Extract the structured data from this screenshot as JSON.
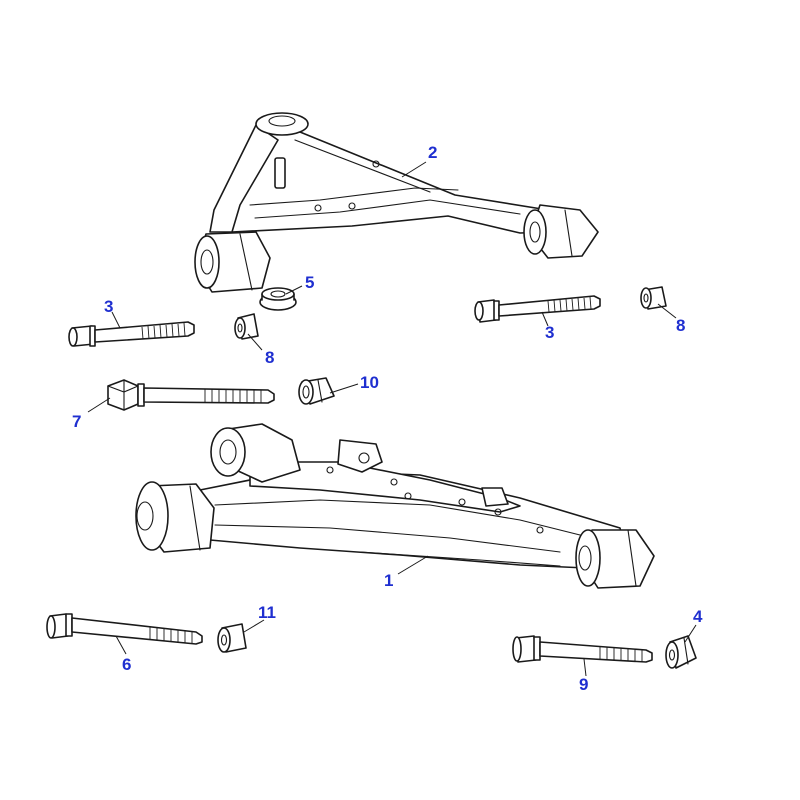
{
  "diagram": {
    "accent_color": "#1f2fd0",
    "callouts": [
      {
        "id": "upper-arm",
        "label": "2"
      },
      {
        "id": "washer-5",
        "label": "5"
      },
      {
        "id": "bolt-3-left",
        "label": "3"
      },
      {
        "id": "bolt-3-right",
        "label": "3"
      },
      {
        "id": "nut-8-left",
        "label": "8"
      },
      {
        "id": "nut-8-right",
        "label": "8"
      },
      {
        "id": "nut-10",
        "label": "10"
      },
      {
        "id": "bolt-7",
        "label": "7"
      },
      {
        "id": "lower-arm",
        "label": "1"
      },
      {
        "id": "nut-11",
        "label": "11"
      },
      {
        "id": "bolt-6",
        "label": "6"
      },
      {
        "id": "nut-4",
        "label": "4"
      },
      {
        "id": "bolt-9",
        "label": "9"
      }
    ]
  }
}
